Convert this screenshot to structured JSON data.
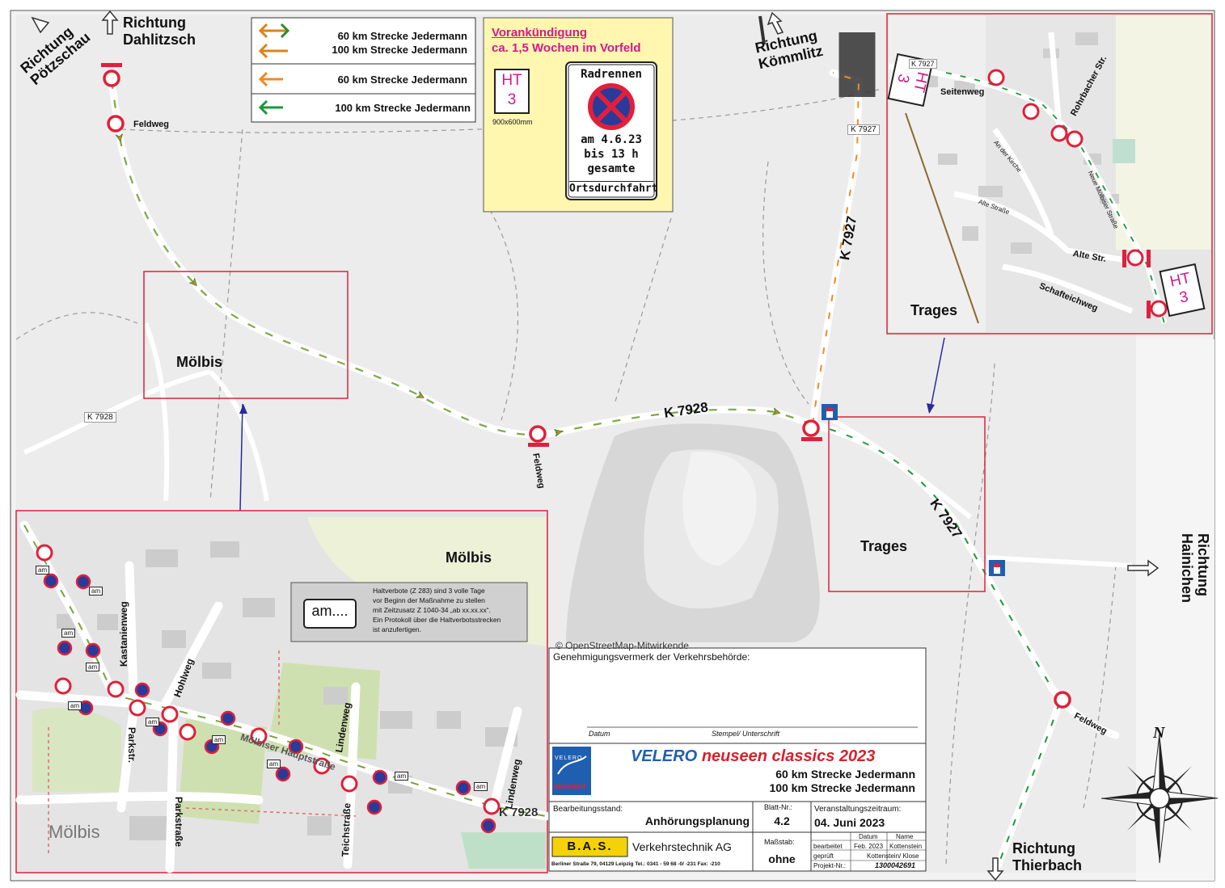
{
  "directions": {
    "poetzschau": [
      "Richtung",
      "Pötzschau"
    ],
    "dahlitzsch": [
      "Richtung",
      "Dahlitzsch"
    ],
    "koemmlitz": [
      "Richtung",
      "Kömmlitz"
    ],
    "hainichen": [
      "Richtung",
      "Hainichen"
    ],
    "thierbach": [
      "Richtung",
      "Thierbach"
    ]
  },
  "legend": {
    "row1": [
      "60 km Strecke Jedermann",
      "100 km Strecke Jedermann"
    ],
    "row2": "60 km Strecke Jedermann",
    "row3": "100 km Strecke Jedermann",
    "colors": {
      "orange": "#f08a24",
      "green": "#1a9a3a",
      "olive": "#8a9a2a"
    }
  },
  "notice": {
    "title_1": "Vorankündigung",
    "title_2": "ca. 1,5 Wochen im Vorfeld",
    "ht_sign": [
      "HT",
      "3"
    ],
    "ht_size": "900x600mm",
    "sign_title": "Radrennen",
    "sign_lines": [
      "am 4.6.23",
      "bis 13 h",
      "gesamte"
    ],
    "sign_bottom": "Ortsdurchfahrt",
    "bg_color": "#fff6b0"
  },
  "map_labels": {
    "feldweg_1": "Feldweg",
    "feldweg_2": "Feldweg",
    "feldweg_3": "Feldweg",
    "moelbis": "Mölbis",
    "k7928_small": "K 7928",
    "k7928_big": "K 7928",
    "k7927_vertical": "K 7927",
    "k7927_small": "K 7927",
    "k7927_diag": "K 7927",
    "trages": "Trages",
    "osm": "© OpenStreetMap-Mitwirkende"
  },
  "inset_trages": {
    "title": "Trages",
    "k7927": "K 7927",
    "streets": [
      "Seitenweg",
      "Rohrbacher Str.",
      "Alte Str.",
      "Schafteichweg",
      "Alte Straße",
      "An der Kirche",
      "Neue Mölbiser Straße"
    ],
    "ht_sign": [
      "HT",
      "3"
    ]
  },
  "inset_moelbis": {
    "title": "Mölbis",
    "town_faded": "Mölbis",
    "streets": [
      "Kastanienweg",
      "Hohlweg",
      "Parkstr.",
      "Lindenweg",
      "Teichstraße",
      "Mölbiser Hauptstraße",
      "Lindenweg",
      "K 7928",
      "Parkstraße"
    ],
    "am_label": "am....",
    "plate": "am",
    "note_lines": [
      "Haltverbote (Z 283) sind 3 volle Tage",
      "vor Beginn der Maßnahme zu stellen",
      "mit Zeitzusatz Z 1040-34 „ab xx.xx.xx“.",
      "Ein Protokoll über die Haltverbotsstrecken",
      "ist anzufertigen."
    ]
  },
  "title_block": {
    "approval_label": "Genehmigungsvermerk der Verkehrsbehörde:",
    "datum": "Datum",
    "stamp": "Stempel/ Unterschrift",
    "event_title_a": "VELERO",
    "event_title_b": "neuseen classics 2023",
    "line1": "60 km Strecke Jedermann",
    "line2": "100 km Strecke Jedermann",
    "logo_text": "VELERO",
    "logo_sub": "neuseen",
    "status_label": "Bearbeitungsstand:",
    "status_value": "Anhörungsplanung",
    "sheet_label": "Blatt-Nr.:",
    "sheet_value": "4.2",
    "period_label": "Veranstaltungszeitraum:",
    "period_value": "04. Juni 2023",
    "scale_label": "Maßstab:",
    "scale_value": "ohne",
    "company_logo": "B.A.S.",
    "company": "Verkehrstechnik AG",
    "address": "Berliner Straße 79, 04129 Leipzig     Tel.: 0341 - 59 68 -0/ -231 Fax: -210",
    "table": {
      "head": [
        "",
        "Datum",
        "Name"
      ],
      "rows": [
        [
          "bearbeitet",
          "Feb. 2023",
          "Kottenstein"
        ],
        [
          "geprüft",
          "",
          "Kottenstein/ Klose"
        ],
        [
          "Projekt-Nr.:",
          "",
          "1300042691"
        ]
      ]
    }
  },
  "compass": {
    "north": "N"
  }
}
